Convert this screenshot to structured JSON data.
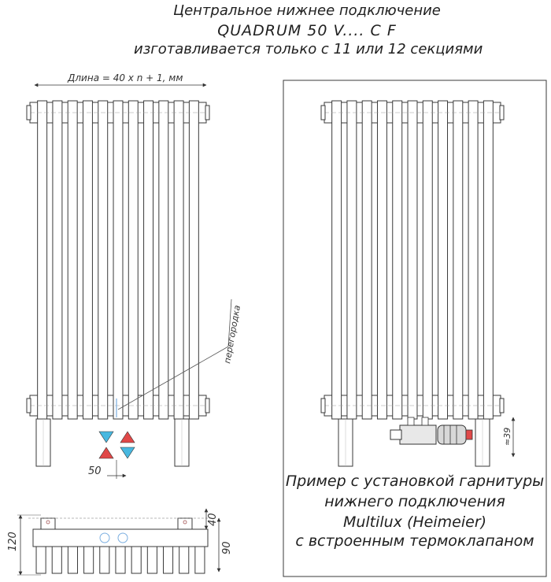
{
  "title": {
    "line1": "Центральное нижнее подключение",
    "line2": "QUADRUM 50 V.... C F",
    "line3": "изготавливается только с 11 или 12 секциями"
  },
  "dimensions": {
    "length_label": "Длина = 40 х n + 1, мм",
    "partition_label": "перегородка",
    "offset_label": "50",
    "dim_39": "≈39",
    "dim_120": "120",
    "dim_40": "40",
    "dim_90": "90"
  },
  "caption": {
    "line1": "Пример с установкой гарнитуры",
    "line2": "нижнего подключения",
    "line3": "Multilux (Heimeier)",
    "line4": "с встроенным термоклапаном"
  },
  "colors": {
    "outline": "#3a3a3a",
    "flow_red": "#e04848",
    "return_blue": "#48b8e0",
    "pipe_marker": "#7aaee0"
  },
  "radiator": {
    "sections": 11
  }
}
